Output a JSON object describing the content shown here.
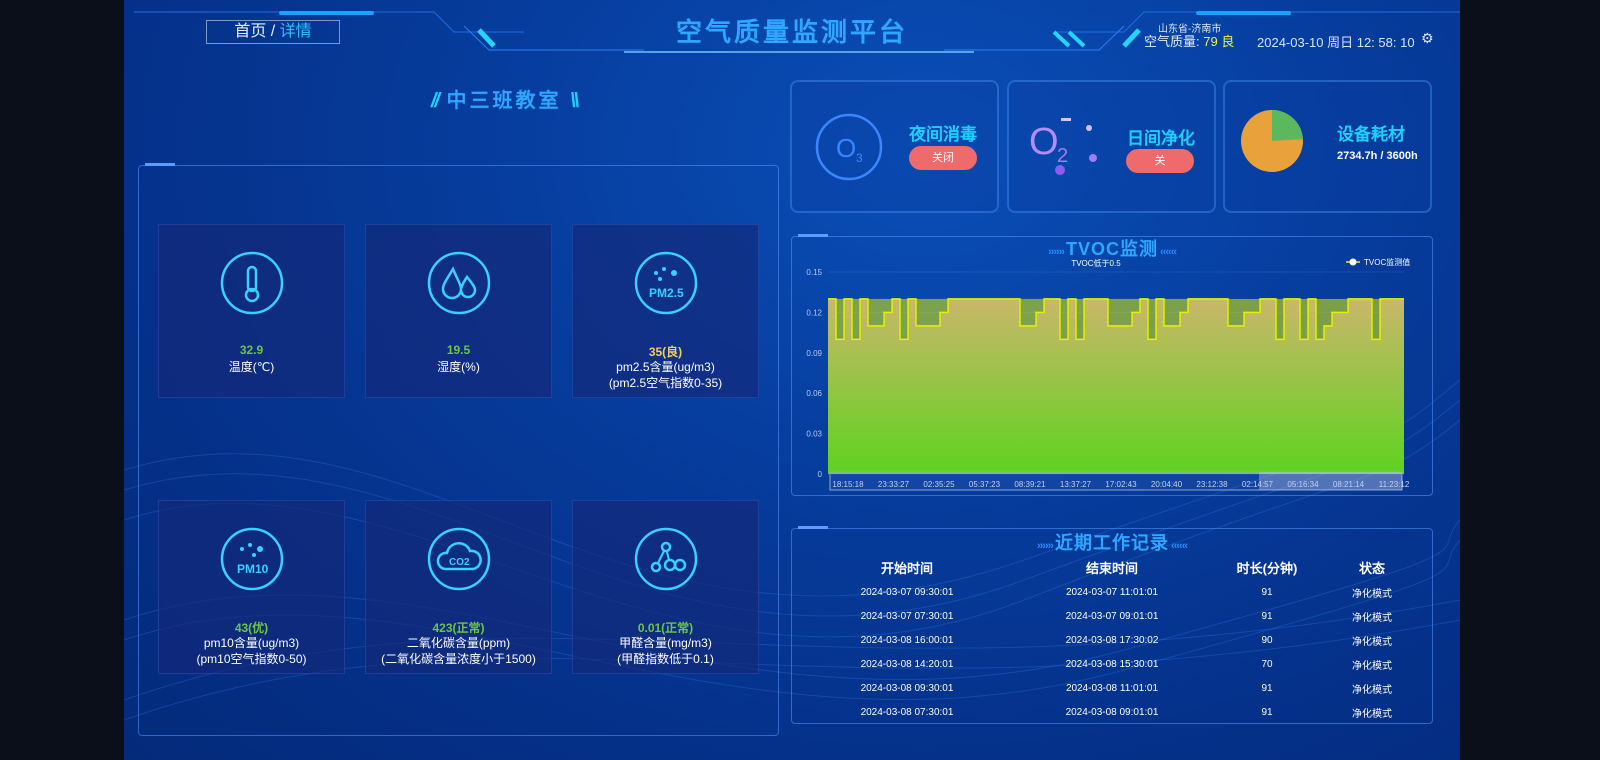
{
  "header": {
    "title": "空气质量监测平台",
    "breadcrumb": {
      "home": "首页",
      "sep": " / ",
      "current": "详情"
    },
    "location": "山东省-济南市",
    "air_quality_label": "空气质量: ",
    "air_quality_value": "79",
    "air_quality_level": "良",
    "datetime": "2024-03-10 周日 12: 58: 10",
    "settings_icon": "gear-icon"
  },
  "room": {
    "name": "中三班教室"
  },
  "sensors": [
    {
      "value": "32.9",
      "label": "温度(℃)",
      "sub": "",
      "color": "#6cc644",
      "icon": "thermometer-icon"
    },
    {
      "value": "19.5",
      "label": "湿度(%)",
      "sub": "",
      "color": "#6cc644",
      "icon": "humidity-icon"
    },
    {
      "value": "35(良)",
      "label": "pm2.5含量(ug/m3)",
      "sub": "(pm2.5空气指数0-35)",
      "color": "#f3cf5a",
      "icon": "pm25-icon"
    },
    {
      "value": "43(优)",
      "label": "pm10含量(ug/m3)",
      "sub": "(pm10空气指数0-50)",
      "color": "#6cc644",
      "icon": "pm10-icon"
    },
    {
      "value": "423(正常)",
      "label": "二氧化碳含量(ppm)",
      "sub": "(二氧化碳含量浓度小于1500)",
      "color": "#6cc644",
      "icon": "co2-icon"
    },
    {
      "value": "0.01(正常)",
      "label": "甲醛含量(mg/m3)",
      "sub": "(甲醛指数低于0.1)",
      "color": "#6cc644",
      "icon": "formaldehyde-icon"
    }
  ],
  "cards": {
    "night": {
      "title": "夜间消毒",
      "button": "关闭"
    },
    "day": {
      "title": "日间净化",
      "button": "关"
    },
    "consumable": {
      "title": "设备耗材",
      "usage": "2734.7h / 3600h",
      "used_fraction": 0.7596
    }
  },
  "tvoc": {
    "title": "TVOC监测"
  },
  "chart_data": {
    "type": "area",
    "title": "TVOC低于0.5",
    "legend": "TVOC监测值",
    "legend_position": "top-right",
    "ylim": [
      0,
      0.15
    ],
    "yticks": [
      "0.15",
      "0.12",
      "0.09",
      "0.06",
      "0.03",
      "0"
    ],
    "xticks": [
      "18:15:18",
      "23:33:27",
      "02:35:25",
      "05:37:23",
      "08:39:21",
      "13:37:27",
      "17:02:43",
      "20:04:40",
      "23:12:38",
      "02:14:57",
      "05:16:34",
      "08:21:14",
      "11:23:12"
    ],
    "values": [
      0.13,
      0.1,
      0.13,
      0.1,
      0.13,
      0.11,
      0.11,
      0.12,
      0.13,
      0.1,
      0.13,
      0.11,
      0.11,
      0.11,
      0.12,
      0.13,
      0.13,
      0.13,
      0.13,
      0.13,
      0.13,
      0.13,
      0.13,
      0.13,
      0.11,
      0.11,
      0.12,
      0.13,
      0.13,
      0.1,
      0.13,
      0.1,
      0.13,
      0.13,
      0.13,
      0.11,
      0.11,
      0.11,
      0.12,
      0.13,
      0.1,
      0.13,
      0.11,
      0.11,
      0.12,
      0.13,
      0.13,
      0.13,
      0.13,
      0.13,
      0.11,
      0.11,
      0.12,
      0.12,
      0.13,
      0.13,
      0.1,
      0.13,
      0.13,
      0.1,
      0.13,
      0.1,
      0.11,
      0.12,
      0.12,
      0.13,
      0.13,
      0.13,
      0.1,
      0.13,
      0.13,
      0.13
    ]
  },
  "records": {
    "title": "近期工作记录",
    "headers": [
      "开始时间",
      "结束时间",
      "时长(分钟)",
      "状态"
    ],
    "rows": [
      [
        "2024-03-07 09:30:01",
        "2024-03-07 11:01:01",
        "91",
        "净化模式"
      ],
      [
        "2024-03-07 07:30:01",
        "2024-03-07 09:01:01",
        "91",
        "净化模式"
      ],
      [
        "2024-03-08 16:00:01",
        "2024-03-08 17:30:02",
        "90",
        "净化模式"
      ],
      [
        "2024-03-08 14:20:01",
        "2024-03-08 15:30:01",
        "70",
        "净化模式"
      ],
      [
        "2024-03-08 09:30:01",
        "2024-03-08 11:01:01",
        "91",
        "净化模式"
      ],
      [
        "2024-03-08 07:30:01",
        "2024-03-08 09:01:01",
        "91",
        "净化模式"
      ]
    ]
  },
  "colors": {
    "accent": "#2fa6ff",
    "good": "#6cc644",
    "warn": "#f3cf5a",
    "button": "#ef6a6a",
    "pie_used": "#e9a23b",
    "pie_left": "#5cb85c"
  }
}
